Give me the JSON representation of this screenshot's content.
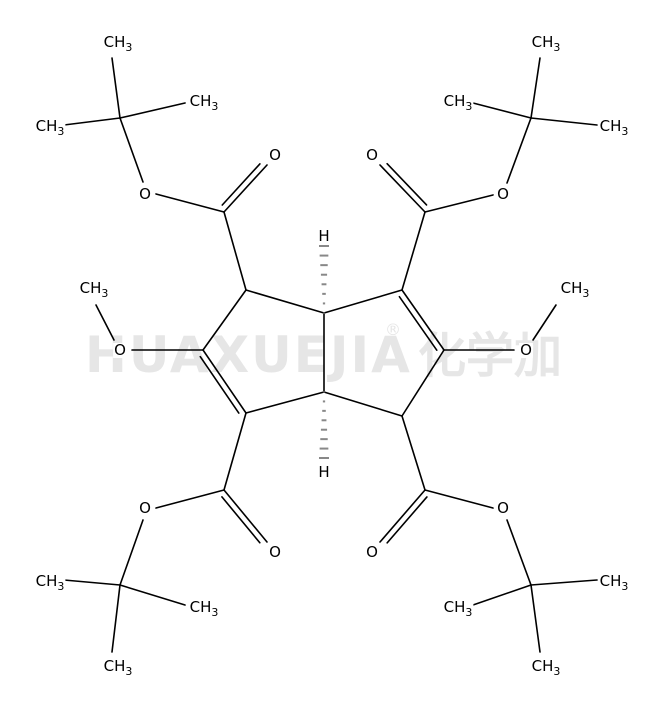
{
  "watermark": {
    "latin": "HUAXUEJIA",
    "registered": "®",
    "chinese": "化学加"
  },
  "atoms": {
    "methyl": {
      "main": "CH",
      "sub": "3"
    },
    "oxygen": "O",
    "hydrogen": "H"
  }
}
